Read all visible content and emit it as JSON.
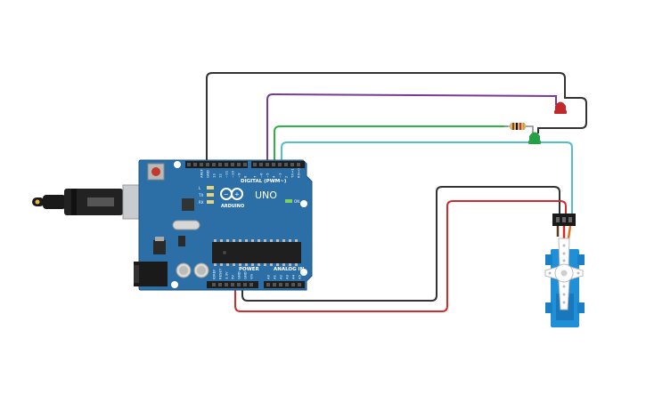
{
  "board": {
    "name": "UNO",
    "brand": "ARDUINO",
    "digital_label": "DIGITAL (PWM~)",
    "power_label": "POWER",
    "analog_label": "ANALOG IN",
    "on_label": "ON",
    "led_labels": [
      "L",
      "TX",
      "RX"
    ],
    "top_header_labels": [
      "AREF",
      "GND",
      "13",
      "12",
      "~11",
      "~10",
      "~9",
      "8",
      "7",
      "~6",
      "~5",
      "4",
      "~3",
      "2",
      "TX→1",
      "RX←0"
    ],
    "power_pin_labels": [
      "IOREF",
      "RESET",
      "3.3V",
      "5V",
      "GND",
      "GND",
      "Vin"
    ],
    "analog_pin_labels": [
      "A0",
      "A1",
      "A2",
      "A3",
      "A4",
      "A5"
    ],
    "board_color": "#2b6fa6"
  },
  "wire_colors": {
    "gnd": "#333333",
    "purple": "#7a3a9a",
    "green": "#2fb344",
    "cyan": "#56bcd1",
    "red": "#d22b2b",
    "servo_orange": "#e07020"
  },
  "components": {
    "red_led_color": "#c0282c",
    "green_led_color": "#26a047",
    "servo_color": "#1f8fd8"
  }
}
